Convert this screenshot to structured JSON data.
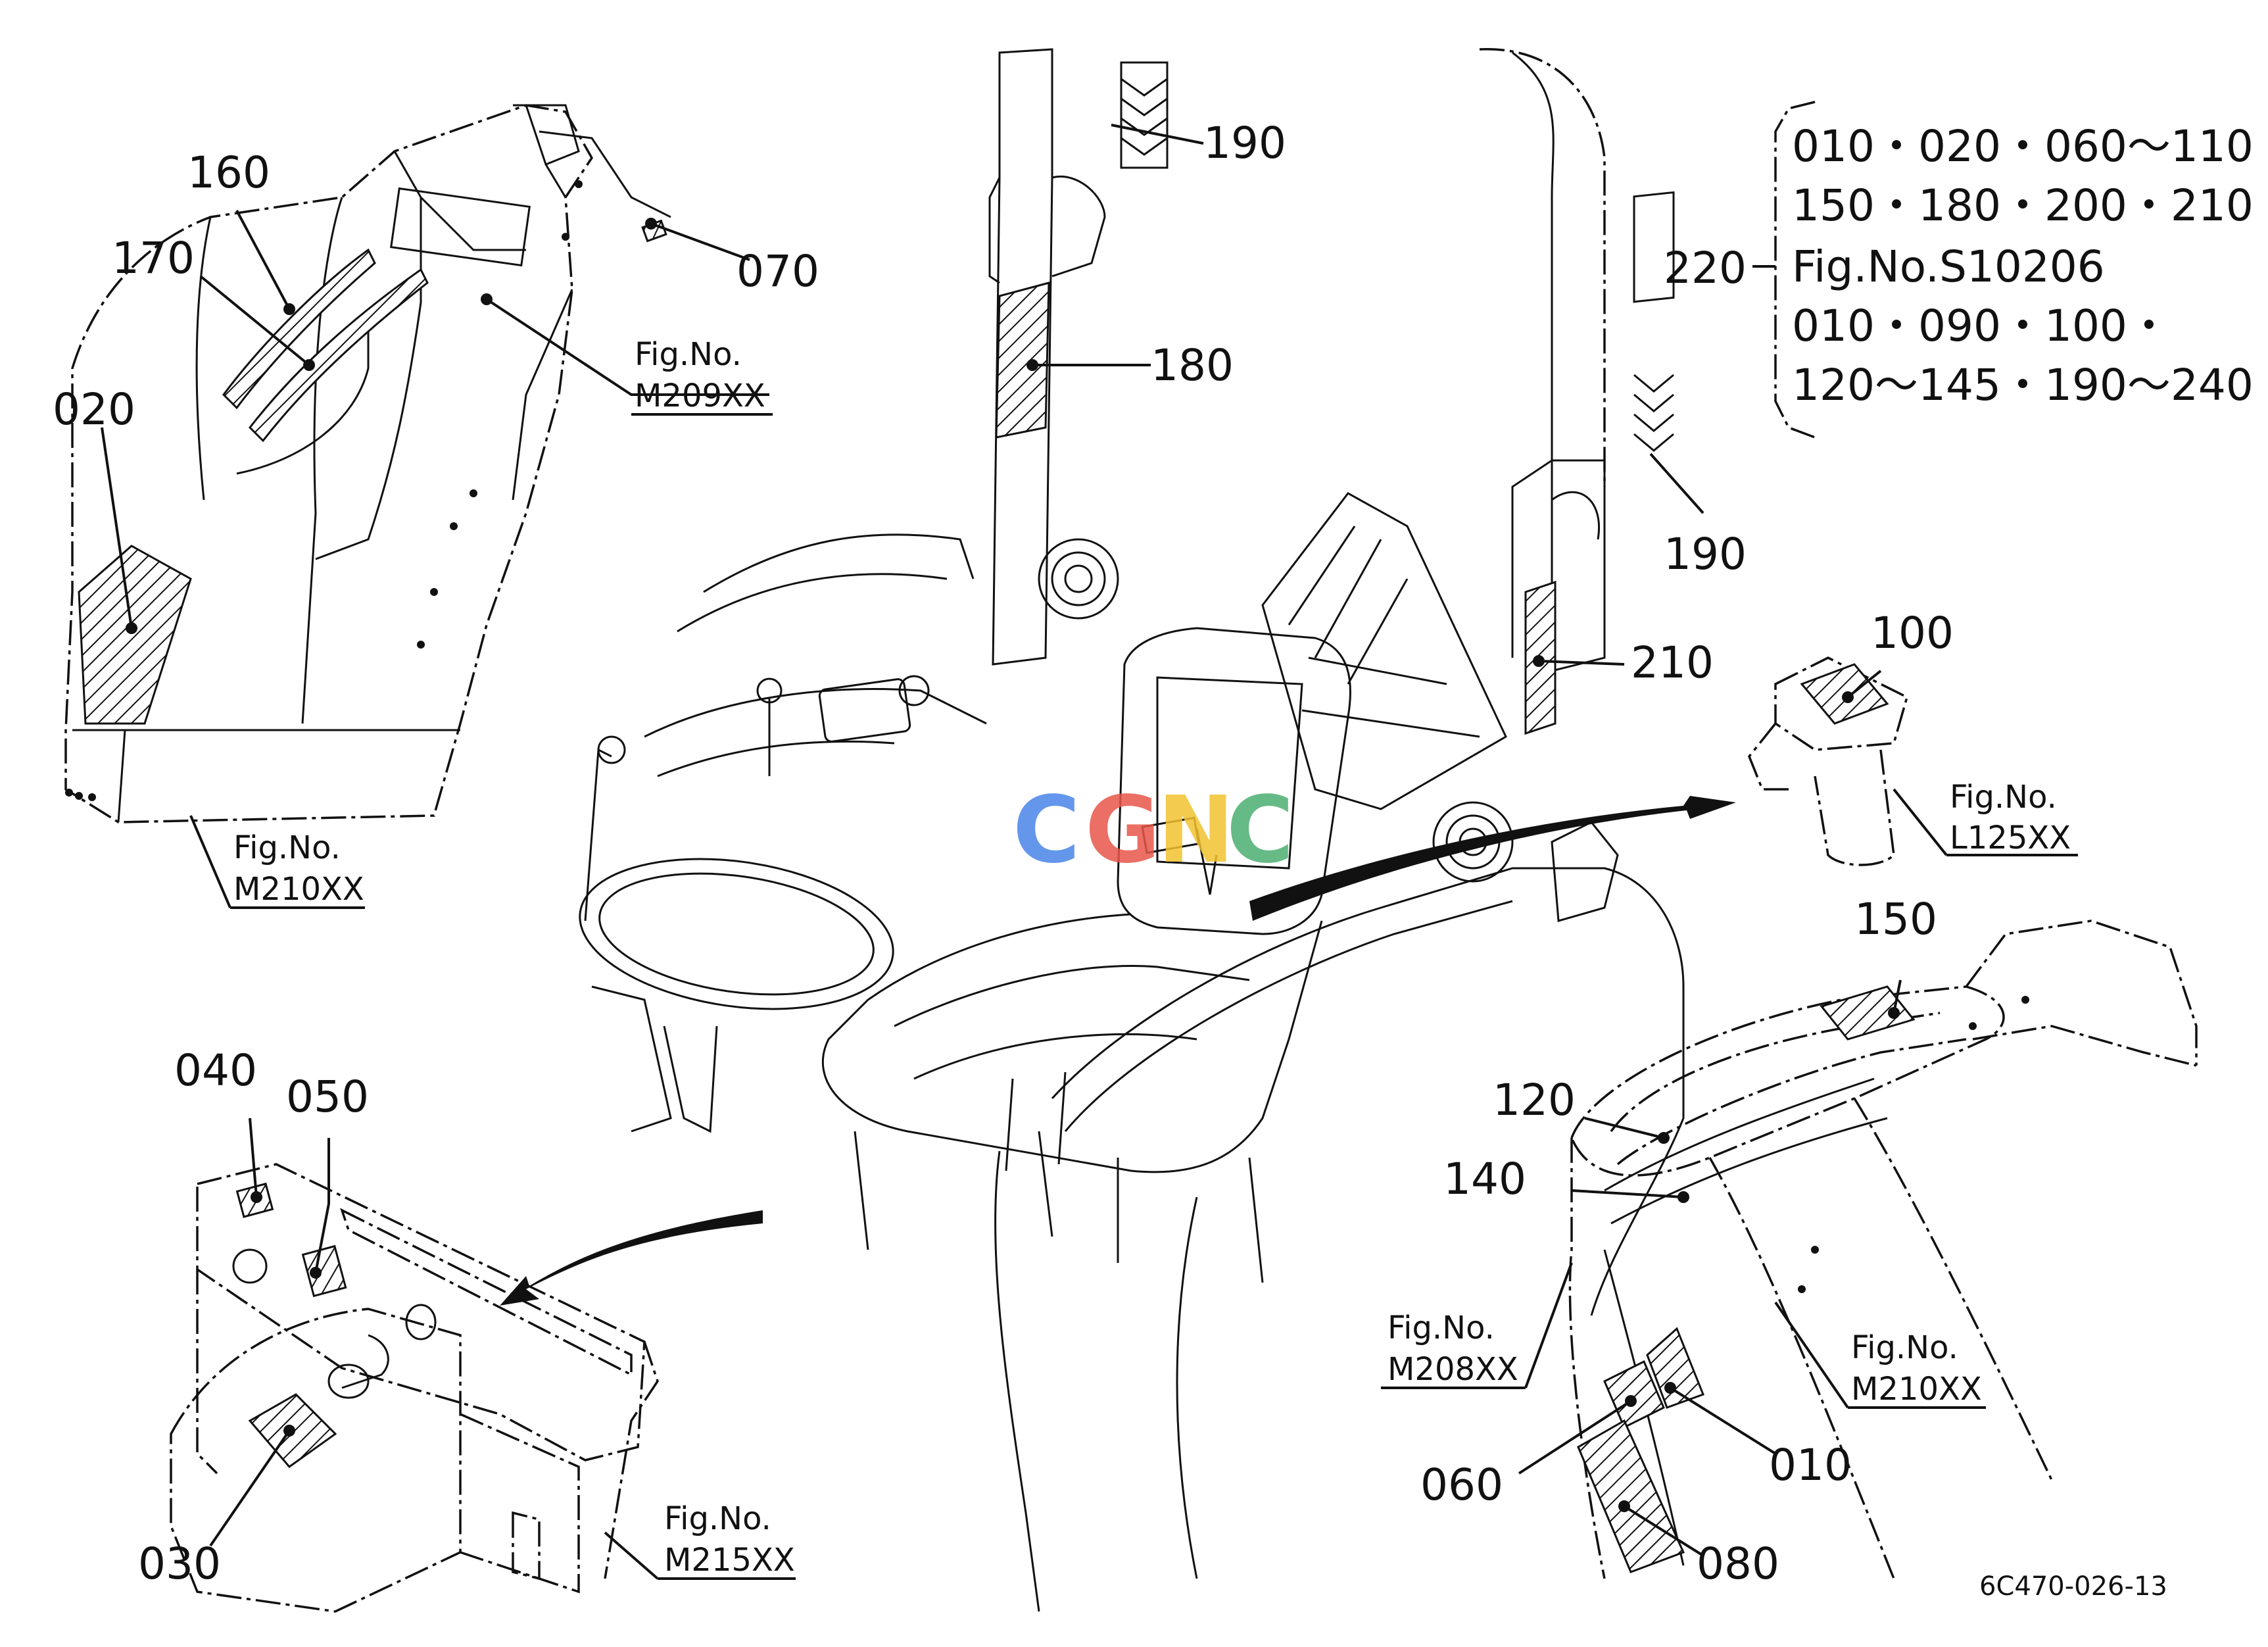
{
  "callouts": {
    "c010": "010",
    "c020": "020",
    "c030": "030",
    "c040": "040",
    "c050": "050",
    "c060": "060",
    "c070": "070",
    "c080": "080",
    "c100": "100",
    "c120": "120",
    "c140": "140",
    "c150": "150",
    "c160": "160",
    "c170": "170",
    "c180": "180",
    "c190a": "190",
    "c190b": "190",
    "c210": "210",
    "c220": "220"
  },
  "fig_refs": {
    "fig_label": "Fig.No.",
    "m209": "M209XX",
    "m210_left": "M210XX",
    "m210_right": "M210XX",
    "m208": "M208XX",
    "m215": "M215XX",
    "l125": "L125XX"
  },
  "group_220": {
    "lines": [
      "010・020・060～110・",
      "150・180・200・210",
      "Fig.No.S10206",
      "010・090・100・",
      "120～145・190～240"
    ]
  },
  "watermark": {
    "text": "CGNC",
    "colors": [
      "#4a86e8",
      "#e8564a",
      "#f2c230",
      "#4caf72"
    ]
  },
  "drawing_code": "6C470-026-13"
}
